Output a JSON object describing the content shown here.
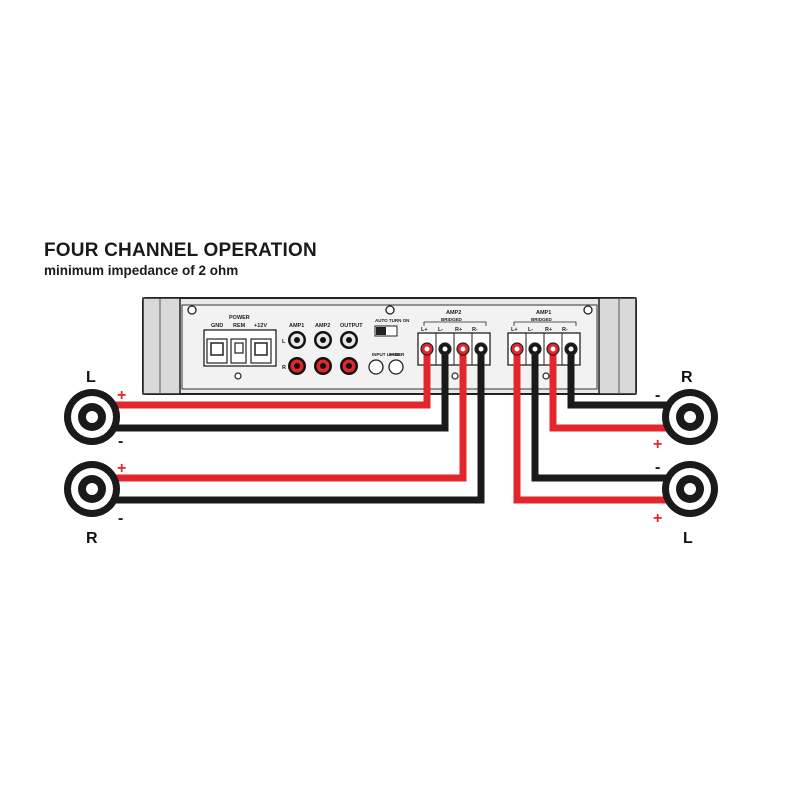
{
  "title": "FOUR CHANNEL OPERATION",
  "subtitle": "minimum impedance of 2 ohm",
  "amp_panel": {
    "power_label": "POWER",
    "gnd_label": "GND",
    "rem_label": "REM",
    "v12_label": "+12V",
    "amp1_label": "AMP1",
    "amp2_label": "AMP2",
    "output_label": "OUTPUT",
    "rca_l": "L",
    "rca_r": "R",
    "auto_turn_on": "AUTO TURN ON",
    "input_level": "INPUT LEVEL",
    "fader": "FADER",
    "amp2_block": "AMP2",
    "amp1_block": "AMP1",
    "bridged": "BRIDGED",
    "terminal_labels": [
      "L+",
      "L-",
      "R+",
      "R-"
    ]
  },
  "speakers": {
    "left_top_channel": "L",
    "left_bottom_channel": "R",
    "right_top_channel": "R",
    "right_bottom_channel": "L",
    "plus": "+",
    "minus": "-"
  },
  "colors": {
    "positive_wire": "#e3262b",
    "negative_wire": "#1a1a1a",
    "chassis": "#2a2a2a",
    "panel": "#f2f2f2"
  }
}
